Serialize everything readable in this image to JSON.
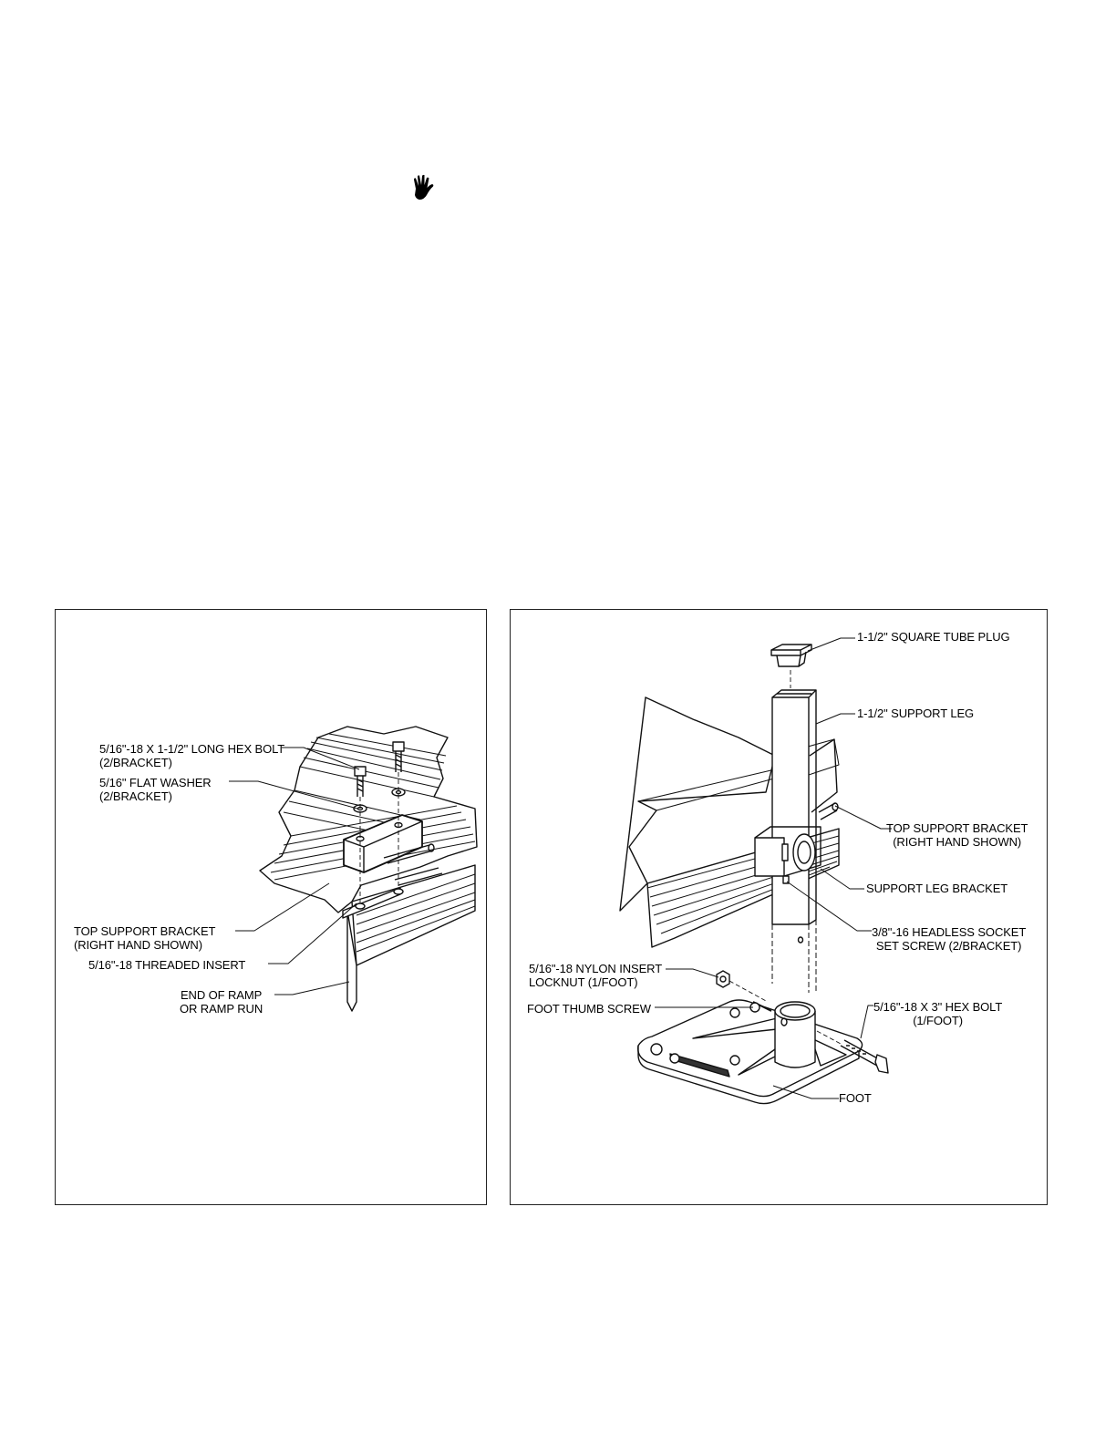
{
  "icons": {
    "caution": "hand-stop-icon"
  },
  "left_diagram": {
    "labels": {
      "hex_bolt": {
        "line1": "5/16\"-18 X 1-1/2\" LONG HEX BOLT",
        "line2": "(2/BRACKET)"
      },
      "flat_washer": {
        "line1": "5/16\" FLAT WASHER",
        "line2": "(2/BRACKET)"
      },
      "top_bracket": {
        "line1": "TOP SUPPORT BRACKET",
        "line2": "(RIGHT HAND SHOWN)"
      },
      "threaded_insert": {
        "line1": "5/16\"-18 THREADED INSERT"
      },
      "end_of_ramp": {
        "line1": "END OF RAMP",
        "line2": "OR RAMP RUN"
      }
    }
  },
  "right_diagram": {
    "labels": {
      "tube_plug": {
        "line1": "1-1/2\" SQUARE TUBE PLUG"
      },
      "support_leg": {
        "line1": "1-1/2\" SUPPORT LEG"
      },
      "top_bracket": {
        "line1": "TOP SUPPORT BRACKET",
        "line2": "(RIGHT HAND SHOWN)"
      },
      "leg_bracket": {
        "line1": "SUPPORT LEG BRACKET"
      },
      "set_screw": {
        "line1": "3/8\"-16 HEADLESS SOCKET",
        "line2": "SET SCREW (2/BRACKET)"
      },
      "locknut": {
        "line1": "5/16\"-18 NYLON INSERT",
        "line2": "LOCKNUT (1/FOOT)"
      },
      "thumb_screw": {
        "line1": "FOOT THUMB SCREW"
      },
      "hex_bolt": {
        "line1": "5/16\"-18 X 3\" HEX BOLT",
        "line2": "(1/FOOT)"
      },
      "foot": {
        "line1": "FOOT"
      }
    }
  }
}
